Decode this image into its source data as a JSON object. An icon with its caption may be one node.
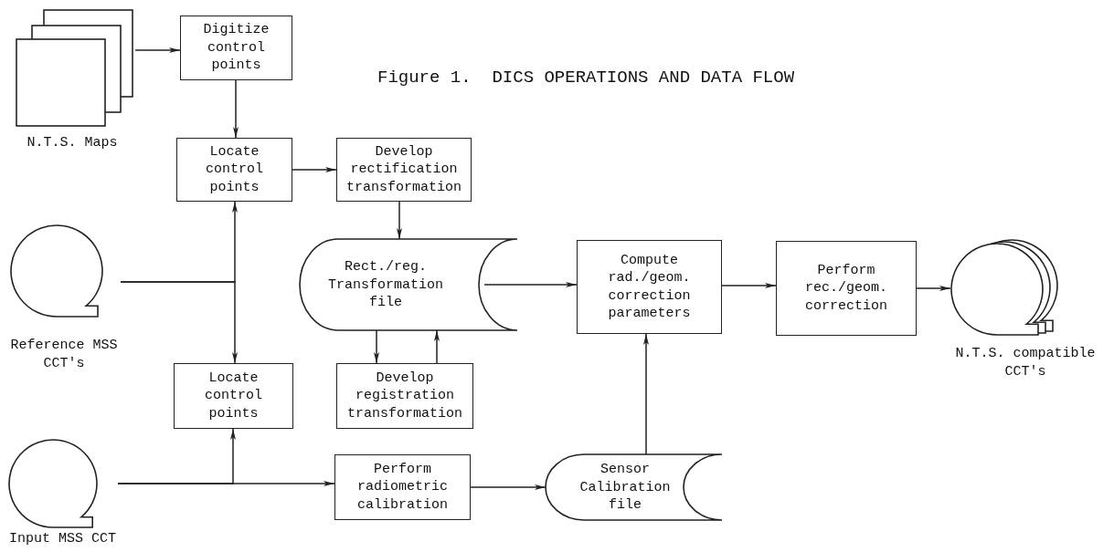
{
  "diagram": {
    "title": "Figure 1.  DICS OPERATIONS AND DATA FLOW",
    "nodes": [
      {
        "text": [
          "N.T.S. Maps"
        ]
      },
      {
        "text": [
          "Digitize control points"
        ]
      },
      {
        "text": [
          "Locate control points"
        ]
      },
      {
        "text": [
          "Develop rectification transformation"
        ]
      },
      {
        "text": [
          "Reference MSS CCT's"
        ]
      },
      {
        "text": [
          "Rect./reg. Transformation file"
        ]
      },
      {
        "text": [
          "Compute rad./geom. correction parameters"
        ]
      },
      {
        "text": [
          "Perform rec./geom. correction"
        ]
      },
      {
        "text": [
          "N.T.S. compatible CCT's"
        ]
      },
      {
        "text": [
          "Locate control points"
        ]
      },
      {
        "text": [
          "Develop registration transformation"
        ]
      },
      {
        "text": [
          "Input MSS CCT"
        ]
      },
      {
        "text": [
          "Perform radiometric calibration"
        ]
      },
      {
        "text": [
          "Sensor Calibration file"
        ]
      }
    ],
    "edges": [
      {
        "from": 0,
        "to": 1,
        "arrow": "to"
      },
      {
        "from": 1,
        "to": 2,
        "arrow": "to"
      },
      {
        "from": 2,
        "to": 3,
        "arrow": "to"
      },
      {
        "from": 3,
        "to": 5,
        "arrow": "to"
      },
      {
        "from": 4,
        "to": 2,
        "arrow": "to"
      },
      {
        "from": 4,
        "to": 9,
        "arrow": "to"
      },
      {
        "from": 5,
        "to": 10,
        "arrow": "to"
      },
      {
        "from": 10,
        "to": 5,
        "arrow": "to"
      },
      {
        "from": 5,
        "to": 6,
        "arrow": "to"
      },
      {
        "from": 6,
        "to": 7,
        "arrow": "to"
      },
      {
        "from": 7,
        "to": 8,
        "arrow": "to"
      },
      {
        "from": 11,
        "to": 9,
        "arrow": "to"
      },
      {
        "from": 11,
        "to": 12,
        "arrow": "to"
      },
      {
        "from": 12,
        "to": 13,
        "arrow": "to"
      },
      {
        "from": 13,
        "to": 6,
        "arrow": "to"
      }
    ]
  }
}
